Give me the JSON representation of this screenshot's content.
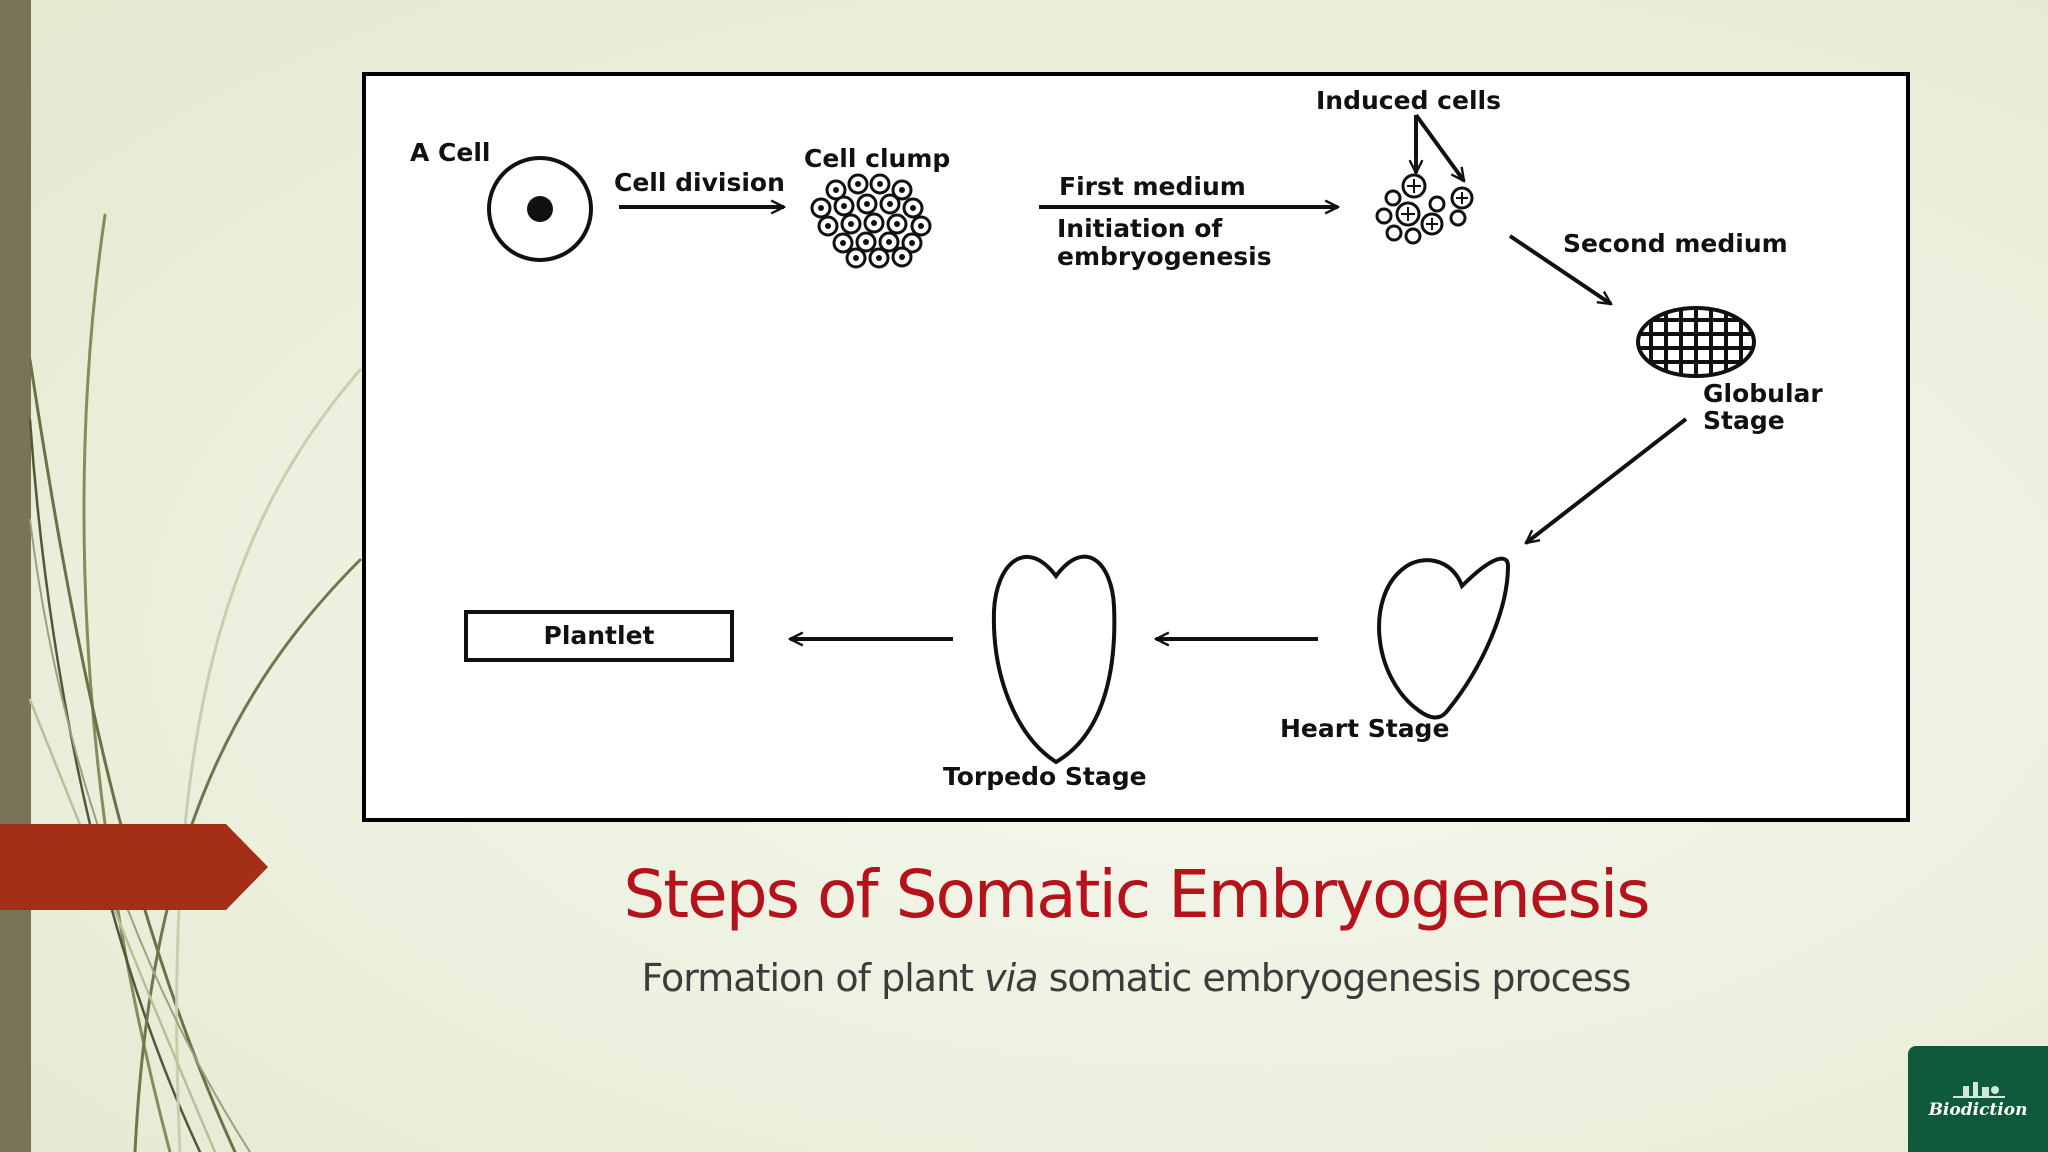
{
  "diagram": {
    "labels": {
      "a_cell": "A Cell",
      "cell_division": "Cell division",
      "cell_clump": "Cell clump",
      "first_medium": "First medium",
      "initiation_1": "Initiation of",
      "initiation_2": "embryogenesis",
      "induced_cells": "Induced cells",
      "second_medium": "Second medium",
      "globular_1": "Globular",
      "globular_2": "Stage",
      "heart_stage": "Heart Stage",
      "torpedo_stage": "Torpedo Stage",
      "plantlet": "Plantlet"
    }
  },
  "slide": {
    "title": "Steps of Somatic Embryogenesis",
    "subtitle_before": "Formation of plant ",
    "subtitle_italic": "via",
    "subtitle_after": " somatic embryogenesis process"
  },
  "logo": {
    "text": "Biodiction"
  },
  "colors": {
    "title": "#b5121b",
    "accent_arrow": "#a52e16",
    "left_bar": "#7b7358",
    "logo_bg": "#0f5a3a"
  }
}
